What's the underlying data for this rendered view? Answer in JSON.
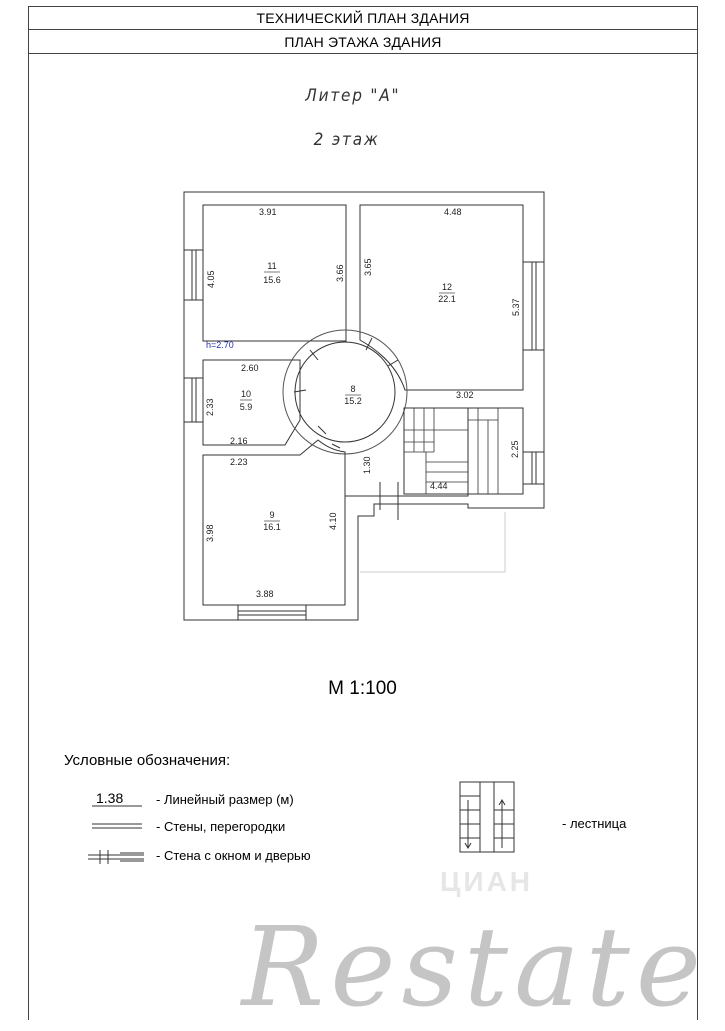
{
  "header": {
    "title1": "ТЕХНИЧЕСКИЙ ПЛАН ЗДАНИЯ",
    "title2": "ПЛАН ЭТАЖА ЗДАНИЯ"
  },
  "plan": {
    "liter": "Литер \"А\"",
    "floor": "2 этаж",
    "height_label": "h=2.70",
    "scale": "М 1:100",
    "rooms": [
      {
        "num": "11",
        "area": "15.6"
      },
      {
        "num": "12",
        "area": "22.1"
      },
      {
        "num": "10",
        "area": "5.9"
      },
      {
        "num": "8",
        "area": "15.2"
      },
      {
        "num": "9",
        "area": "16.1"
      }
    ],
    "dims": {
      "r11_top": "3.91",
      "r11_left": "4.05",
      "r11_right": "3.66",
      "r12_top": "4.48",
      "r12_left": "3.65",
      "r12_right": "5.37",
      "r12_bottom": "3.02",
      "r10_top": "2.60",
      "r10_left": "2.33",
      "r10_bottom": "2.16",
      "r9_top": "2.23",
      "r9_left": "3.98",
      "r9_right": "4.10",
      "r9_bottom": "3.88",
      "hall_left": "1.30",
      "stair_w": "4.44",
      "stair_right": "2.25"
    }
  },
  "legend": {
    "title": "Условные обозначения:",
    "sample_dim": "1.38",
    "item_dim": "- Линейный размер (м)",
    "item_walls": "- Стены, перегородки",
    "item_window": "- Стена с окном и дверью",
    "item_stairs": "- лестница"
  },
  "watermarks": {
    "cian": "ЦИАН",
    "restate": "Restate"
  }
}
